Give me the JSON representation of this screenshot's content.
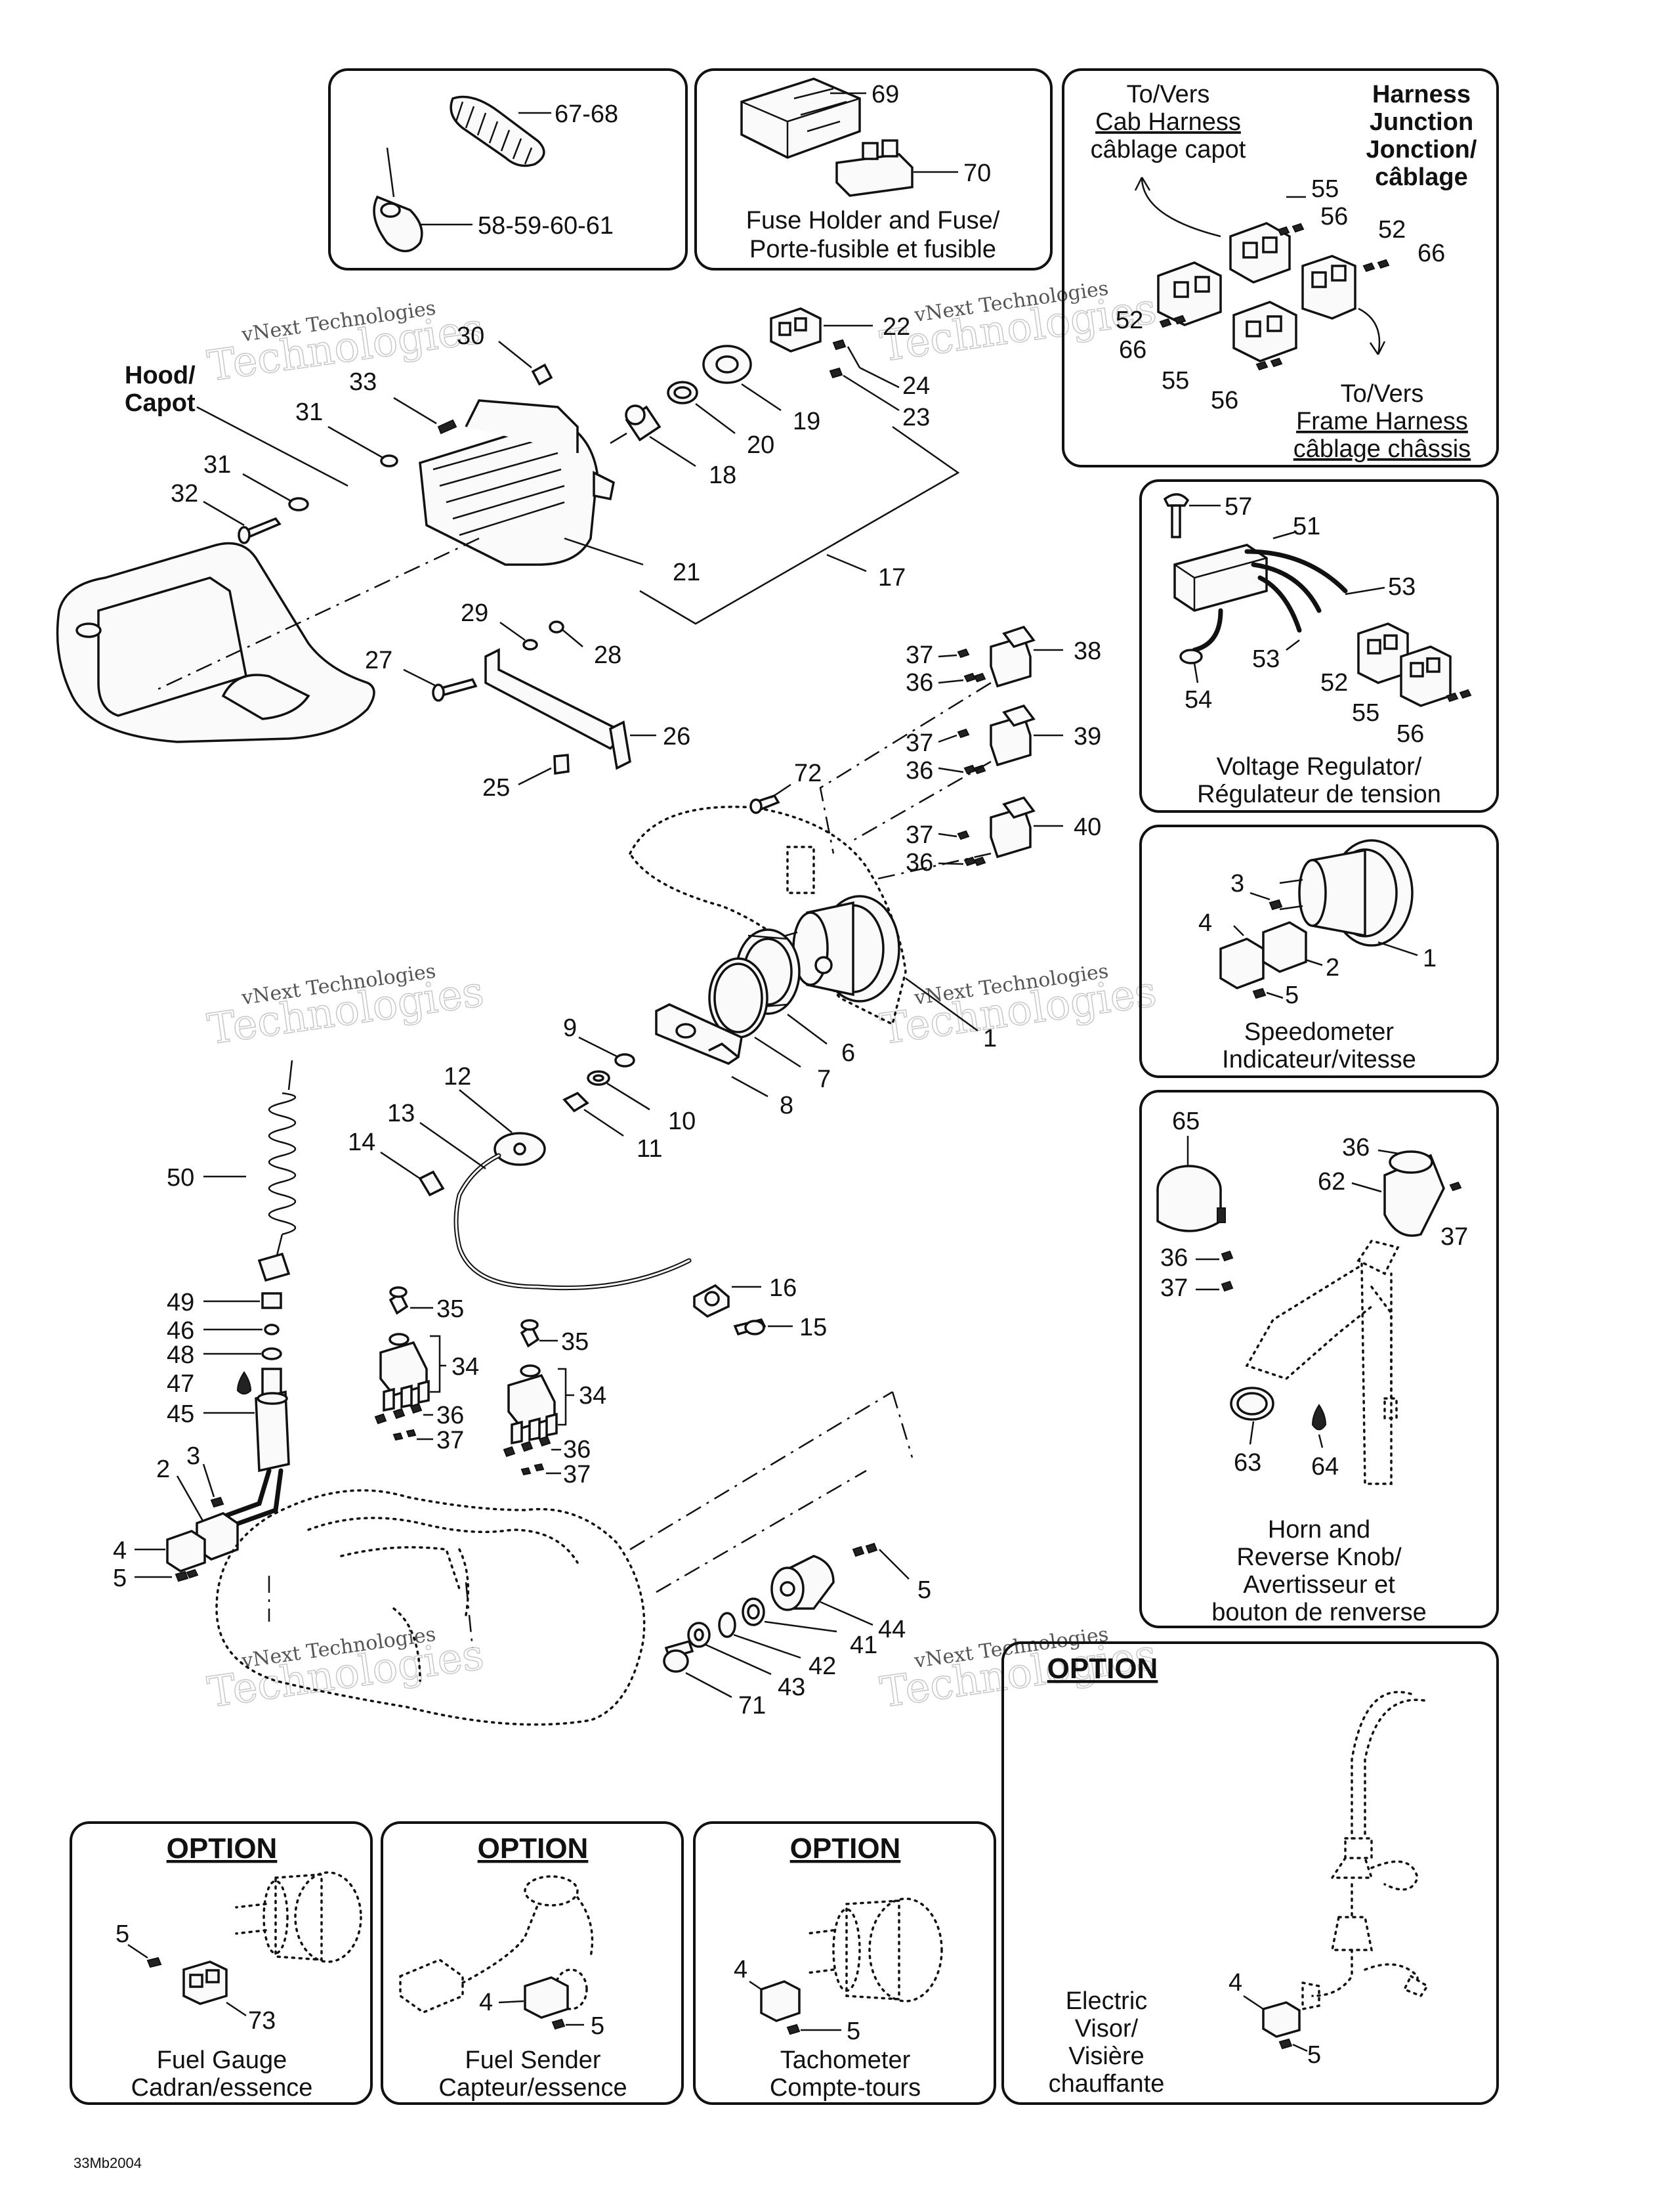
{
  "watermark": {
    "company": "vNext Technologies",
    "word": "Technologies"
  },
  "drawing_code": "33Mb2004",
  "panels": {
    "clamps": {
      "labels": [
        "67-68",
        "58-59-60-61"
      ]
    },
    "fuse": {
      "labels": [
        "69",
        "70"
      ],
      "caption_en": "Fuse Holder and Fuse/",
      "caption_fr": "Porte-fusible et fusible"
    },
    "harness": {
      "title_1": "Harness",
      "title_2": "Junction",
      "title_3": "Jonction/",
      "title_4": "câblage",
      "to_cab_1": "To/Vers",
      "to_cab_2": "Cab Harness",
      "to_cab_3": "câblage capot",
      "to_frame_1": "To/Vers",
      "to_frame_2": "Frame Harness",
      "to_frame_3": "câblage châssis",
      "labels": [
        "55",
        "56",
        "52",
        "66",
        "52",
        "66",
        "55",
        "56"
      ]
    },
    "regulator": {
      "labels": [
        "57",
        "51",
        "53",
        "53",
        "54",
        "52",
        "55",
        "56"
      ],
      "caption_en": "Voltage Regulator/",
      "caption_fr": "Régulateur de tension"
    },
    "speedometer": {
      "labels": [
        "3",
        "4",
        "2",
        "1",
        "5"
      ],
      "caption_en": "Speedometer",
      "caption_fr": "Indicateur/vitesse"
    },
    "horn": {
      "labels": [
        "65",
        "36",
        "62",
        "37",
        "36",
        "37",
        "63",
        "64"
      ],
      "caption_1": "Horn and",
      "caption_2": "Reverse Knob/",
      "caption_3": "Avertisseur et",
      "caption_4": "bouton de renverse"
    },
    "visor": {
      "option": "OPTION",
      "labels": [
        "4",
        "5"
      ],
      "caption_1": "Electric",
      "caption_2": "Visor/",
      "caption_3": "Visière",
      "caption_4": "chauffante"
    },
    "fuel_gauge": {
      "option": "OPTION",
      "labels": [
        "5",
        "73"
      ],
      "caption_en": "Fuel Gauge",
      "caption_fr": "Cadran/essence"
    },
    "fuel_sender": {
      "option": "OPTION",
      "labels": [
        "4",
        "5"
      ],
      "caption_en": "Fuel Sender",
      "caption_fr": "Capteur/essence"
    },
    "tachometer": {
      "option": "OPTION",
      "labels": [
        "4",
        "5"
      ],
      "caption_en": "Tachometer",
      "caption_fr": "Compte-tours"
    }
  },
  "main": {
    "hood_1": "Hood/",
    "hood_2": "Capot",
    "labels": {
      "p30": "30",
      "p33": "33",
      "p31a": "31",
      "p31b": "31",
      "p32": "32",
      "p18": "18",
      "p20": "20",
      "p19": "19",
      "p22": "22",
      "p24": "24",
      "p23": "23",
      "p21": "21",
      "p17": "17",
      "p29": "29",
      "p28": "28",
      "p27": "27",
      "p26": "26",
      "p25": "25",
      "p37a": "37",
      "p38": "38",
      "p36a": "36",
      "p37b": "37",
      "p39": "39",
      "p36b": "36",
      "p37c": "37",
      "p40": "40",
      "p36c": "36",
      "p72": "72",
      "p9": "9",
      "p6": "6",
      "p7": "7",
      "p8": "8",
      "p1": "1",
      "p10": "10",
      "p11": "11",
      "p12": "12",
      "p13": "13",
      "p14": "14",
      "p50": "50",
      "p16": "16",
      "p15": "15",
      "p49": "49",
      "p46": "46",
      "p48": "48",
      "p47": "47",
      "p45": "45",
      "p35a": "35",
      "p34a": "34",
      "p36d": "36",
      "p37d": "37",
      "p35b": "35",
      "p34b": "34",
      "p36e": "36",
      "p37e": "37",
      "p2": "2",
      "p3": "3",
      "p4": "4",
      "p5a": "5",
      "p5b": "5",
      "p44": "44",
      "p41": "41",
      "p42": "42",
      "p43": "43",
      "p71": "71"
    }
  }
}
